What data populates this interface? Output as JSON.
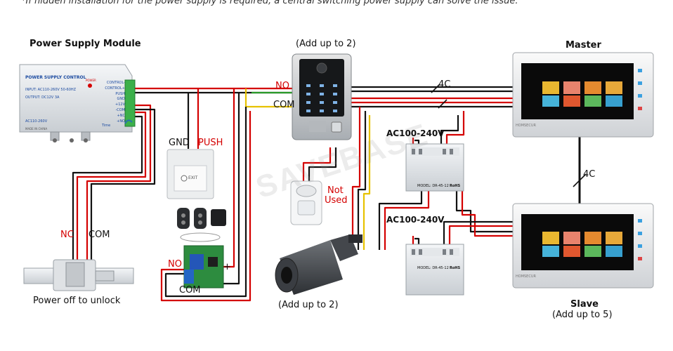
{
  "note": "*If hidden installation for the power supply is required, a central switching power supply can solve the issue.",
  "power_supply": {
    "heading": "Power Supply Module",
    "device_title": "POWER SUPPLY CONTROL",
    "input": "INPUT: AC110-260V 50-60HZ",
    "output": "OUTPUT: DC12V 3A",
    "ac": "AC110-260V",
    "made_in": "MADE IN CHINA",
    "power_led": "POWER",
    "terminals": [
      "CONTROL-",
      "CONTROL+",
      "PUSH",
      "GND",
      "+12V",
      "-COM",
      "+NC",
      "+NO"
    ],
    "time_label": "Time"
  },
  "exit_button": {
    "gnd": "GND",
    "push": "PUSH",
    "face_text": "EXIT"
  },
  "lock": {
    "nc": "NC",
    "com": "COM",
    "caption": "Power off to unlock"
  },
  "relay": {
    "no": "NO",
    "com": "COM",
    "minus": "-",
    "plus": "+"
  },
  "door_station": {
    "caption": "(Add up to 2)",
    "no": "NO",
    "com": "COM"
  },
  "camera": {
    "caption": "(Add up to 2)",
    "not_used_1": "Not",
    "not_used_2": "Used"
  },
  "cable": {
    "top": "4C",
    "vertical": "4C"
  },
  "psu": {
    "label_top": "AC100-240V",
    "label_bottom": "AC100-240V",
    "model": "MODEL: DR-45-12",
    "rohs": "RoHS"
  },
  "monitors": {
    "master": "Master",
    "slave": "Slave",
    "slave_sub": "(Add up to 5)",
    "brand": "HOMSECUR"
  },
  "watermark": "SAVEBASE"
}
